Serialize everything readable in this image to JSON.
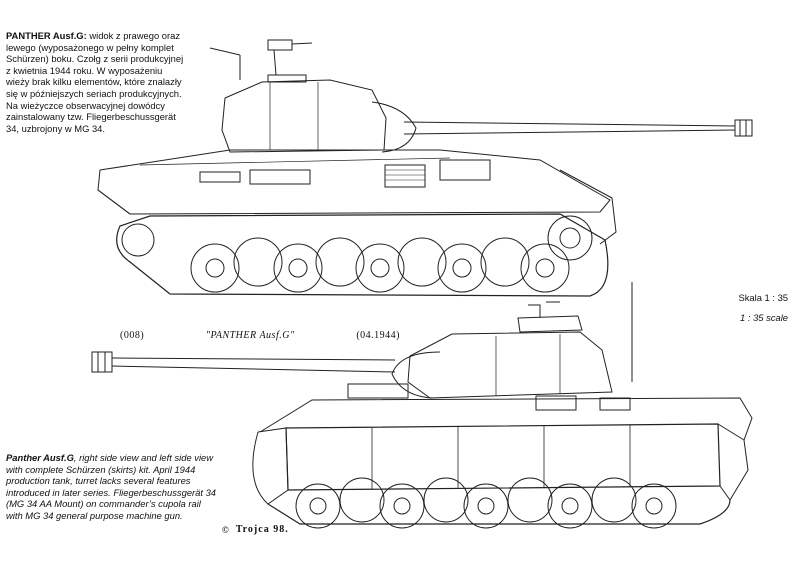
{
  "caption_pl": {
    "title": "PANTHER Ausf.G:",
    "text": " widok z prawego oraz lewego (wyposażonego w pełny komplet Schürzen) boku. Czołg z serii produkcyjnej z kwietnia 1944 roku. W wyposażeniu wieży brak kilku elementów, które znalazły się w późniejszych seriach produkcyjnych. Na wieżyczce obserwacyjnej dowódcy zainstalowany tzw. Fliegerbeschussgerät 34, uzbrojony w MG 34."
  },
  "caption_en": {
    "title": "Panther Ausf.G",
    "text": ", right side view and left side view with complete Schürzen (skirts) kit. April 1944 production tank, turret lacks several features introduced in later series. Fliegerbeschussgerät 34 (MG 34 AA Mount) on commander’s cupola rail with MG 34 general purpose machine gun."
  },
  "scale": {
    "line1": "Skala 1 : 35",
    "line2": "1 : 35 scale"
  },
  "plate_label": {
    "number": "(008)",
    "name": "\"PANTHER Ausf.G\"",
    "date": "(04.1944)"
  },
  "signature": {
    "copyright": "©",
    "name": "Trojca 98."
  }
}
